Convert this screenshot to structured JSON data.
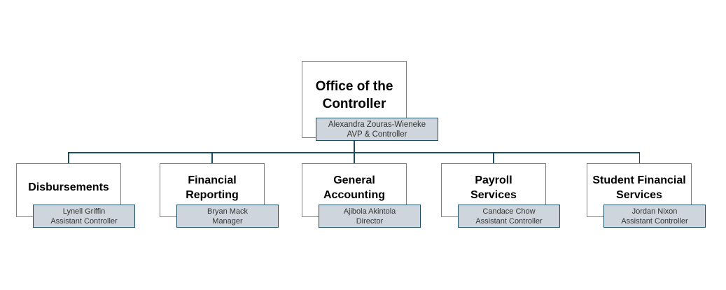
{
  "org_chart": {
    "root": {
      "title_lines": [
        "Office of the",
        "Controller"
      ],
      "person": {
        "name": "Alexandra Zouras-Wieneke",
        "title": "AVP & Controller"
      }
    },
    "departments": [
      {
        "title_lines": [
          "Disbursements",
          ""
        ],
        "person": {
          "name": "Lynell Griffin",
          "title": "Assistant Controller"
        }
      },
      {
        "title_lines": [
          "Financial",
          "Reporting"
        ],
        "person": {
          "name": "Bryan Mack",
          "title": "Manager"
        }
      },
      {
        "title_lines": [
          "General",
          "Accounting"
        ],
        "person": {
          "name": "Ajibola Akintola",
          "title": "Director"
        }
      },
      {
        "title_lines": [
          "Payroll",
          "Services"
        ],
        "person": {
          "name": "Candace Chow",
          "title": "Assistant Controller"
        }
      },
      {
        "title_lines": [
          "Student Financial",
          "Services"
        ],
        "person": {
          "name": "Jordan Nixon",
          "title": "Assistant Controller"
        }
      }
    ],
    "colors": {
      "connector": "#1e4d61",
      "person_box_fill": "#cfd5dc",
      "person_box_border": "#1e4d61",
      "shape_border": "#7f7f7f",
      "title_text": "#000000",
      "person_text": "#333333"
    }
  }
}
